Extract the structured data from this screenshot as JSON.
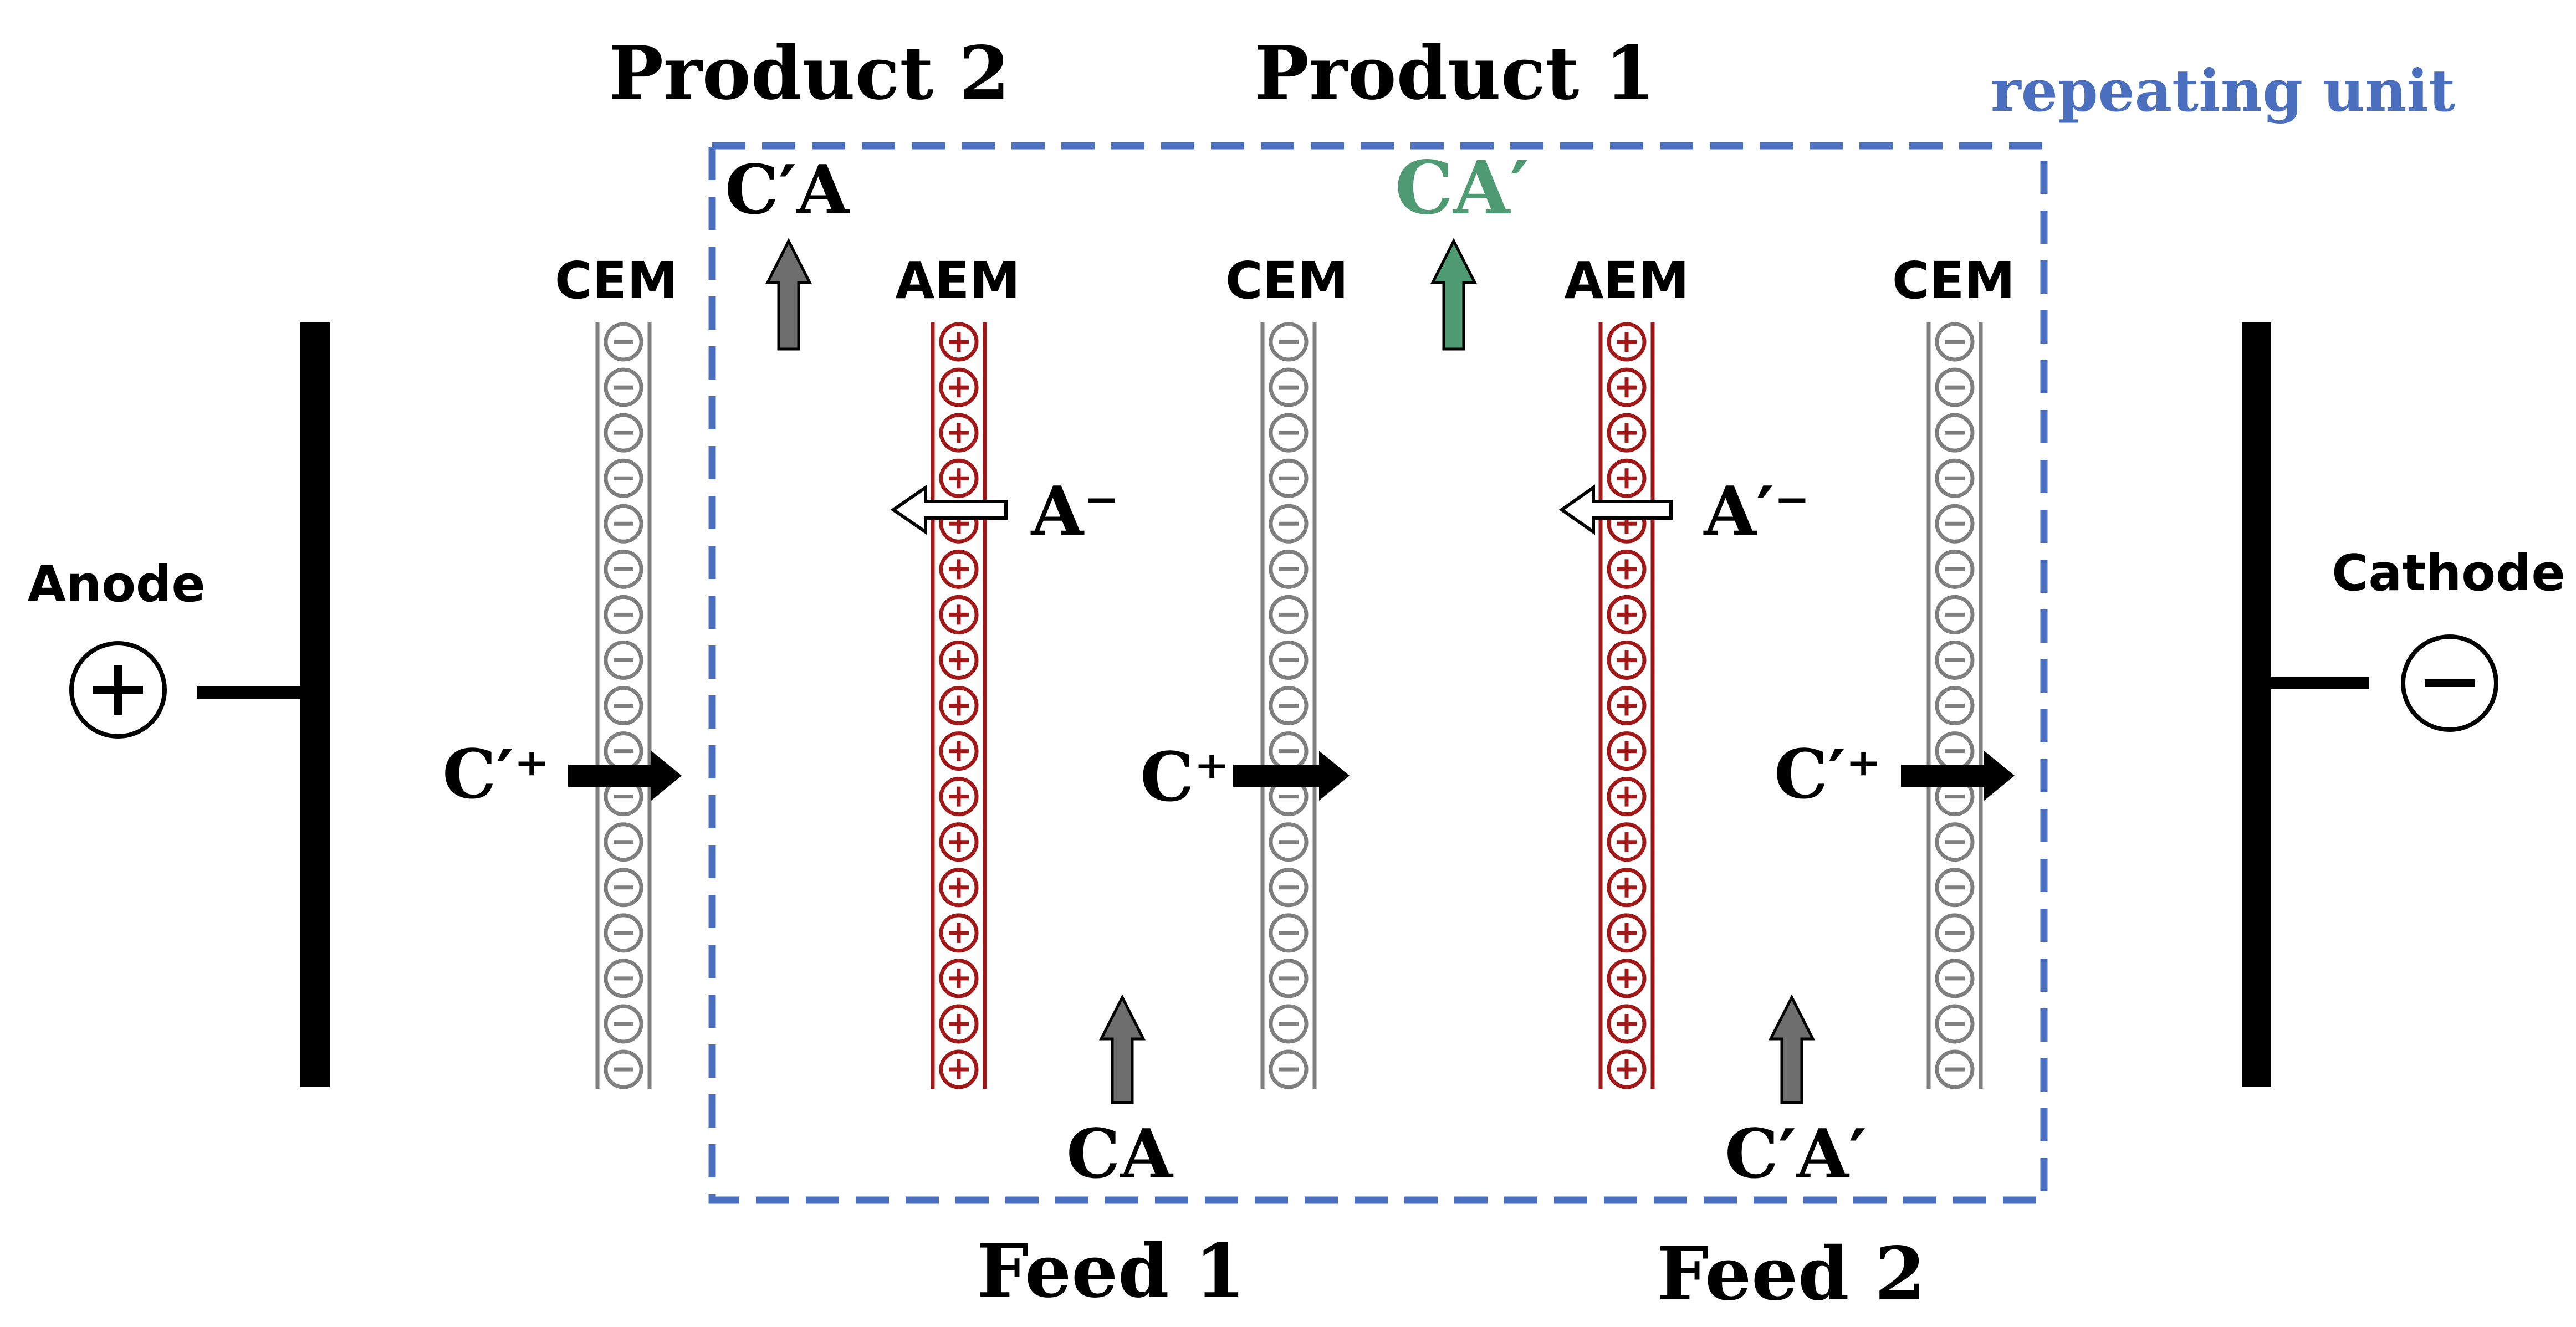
{
  "labels": {
    "product_2": "Product 2",
    "product_1": "Product 1",
    "repeating_unit": "repeating unit",
    "anode": "Anode",
    "cathode": "Cathode",
    "feed_1": "Feed 1",
    "feed_2": "Feed 2"
  },
  "membranes": {
    "cem": "CEM",
    "aem": "AEM"
  },
  "species": {
    "product_2_salt": "C′A",
    "product_1_salt": "CA′",
    "feed_1_salt": "CA",
    "feed_2_salt": "C′A′",
    "cation_c_prime_left": "C′⁺",
    "cation_c": "C⁺",
    "cation_c_prime_right": "C′⁺",
    "anion_a": "A⁻",
    "anion_a_prime": "A′⁻"
  },
  "symbols": {
    "plus": "+",
    "minus": "−"
  },
  "colors": {
    "repeating_unit": "#4a6fbe",
    "aem": "#a01818",
    "cem": "#7f7f7f",
    "product_1": "#4e9a72",
    "flow_arrow": "#6e6e6e",
    "electrode": "#000000"
  }
}
